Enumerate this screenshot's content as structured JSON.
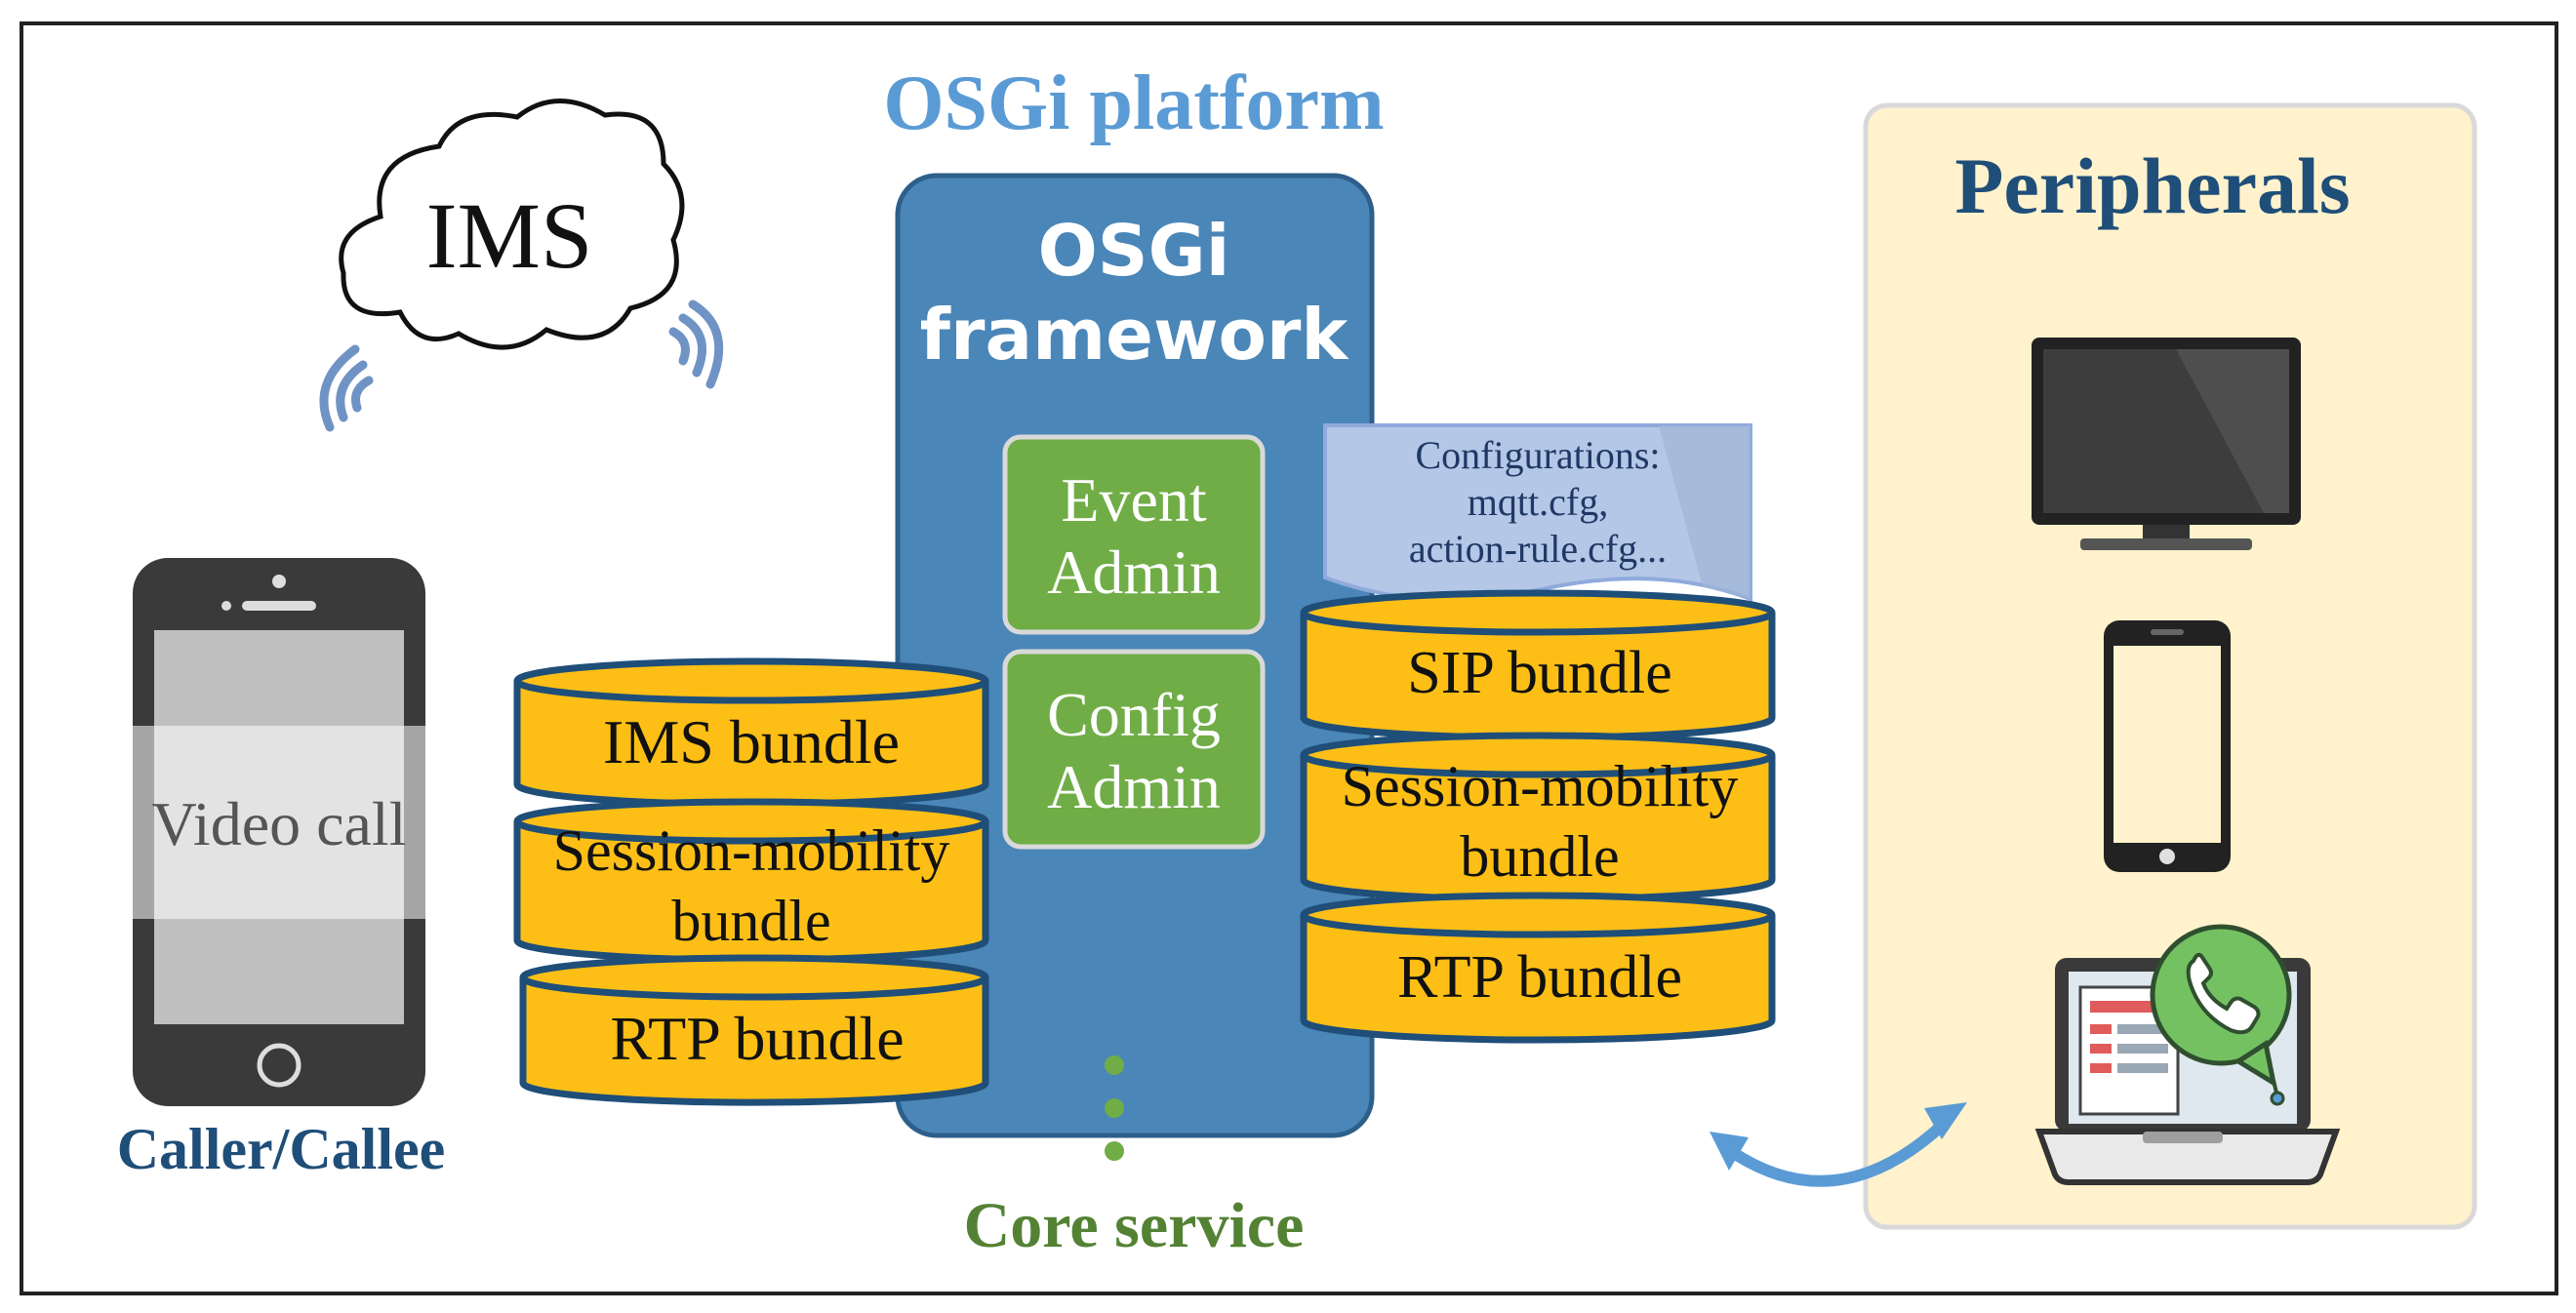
{
  "platform_title": "OSGi platform",
  "ims_cloud_label": "IMS",
  "framework": {
    "line1": "OSGi",
    "line2": "framework"
  },
  "event_admin": {
    "line1": "Event",
    "line2": "Admin"
  },
  "config_admin": {
    "line1": "Config",
    "line2": "Admin"
  },
  "core_service_label": "Core service",
  "configurations": {
    "line1": "Configurations:",
    "line2": "mqtt.cfg,",
    "line3": "action-rule.cfg..."
  },
  "left_bundles": [
    {
      "line1": "IMS bundle"
    },
    {
      "line1": "Session-mobility",
      "line2": "bundle"
    },
    {
      "line1": "RTP bundle"
    }
  ],
  "right_bundles": [
    {
      "line1": "SIP bundle"
    },
    {
      "line1": "Session-mobility",
      "line2": "bundle"
    },
    {
      "line1": "RTP bundle"
    }
  ],
  "video_call_label": "Video call",
  "caller_label": "Caller/Callee",
  "peripherals_title": "Peripherals",
  "colors": {
    "platform_blue": "#5b9bd5",
    "framework_blue": "#4a86b8",
    "bundle_yellow": "#fdbf16",
    "bundle_stroke": "#1f4e79",
    "green_box": "#70ad47",
    "dark_navy": "#1f4e79",
    "core_green": "#548235",
    "peripheral_bg": "#fff2cc",
    "config_doc": "#b4c7e7"
  },
  "icons": [
    "monitor-icon",
    "smartphone-icon",
    "laptop-whatsapp-icon",
    "phone-call-icon",
    "wifi-signal-icon",
    "double-arrow-icon"
  ]
}
